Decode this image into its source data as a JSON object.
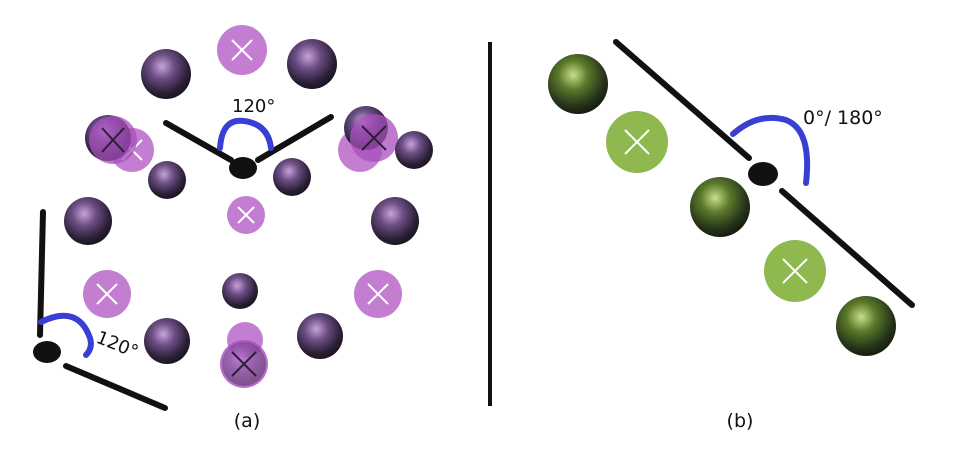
{
  "panels": [
    {
      "label": "(a)",
      "angle_labels": [
        "120°",
        "120°"
      ],
      "colors": {
        "sphere": "#3b2e4a",
        "cross_disc": "#b061c6",
        "cross_mark_light": "#ffffff",
        "cross_mark_dark": "#2a1f33",
        "arc": "#3a3fd4"
      }
    },
    {
      "label": "(b)",
      "angle_labels": [
        "0°/ 180°"
      ],
      "colors": {
        "sphere": "#2f3a1e",
        "cross_disc": "#8fb84e",
        "cross_mark_light": "#ffffff",
        "arc": "#3a3fd4"
      }
    }
  ],
  "icons": {
    "sphere": "purple-sphere-icon",
    "sphere_green": "green-sphere-icon",
    "cross": "cross-disc-icon",
    "pivot": "pivot-dot-icon"
  }
}
